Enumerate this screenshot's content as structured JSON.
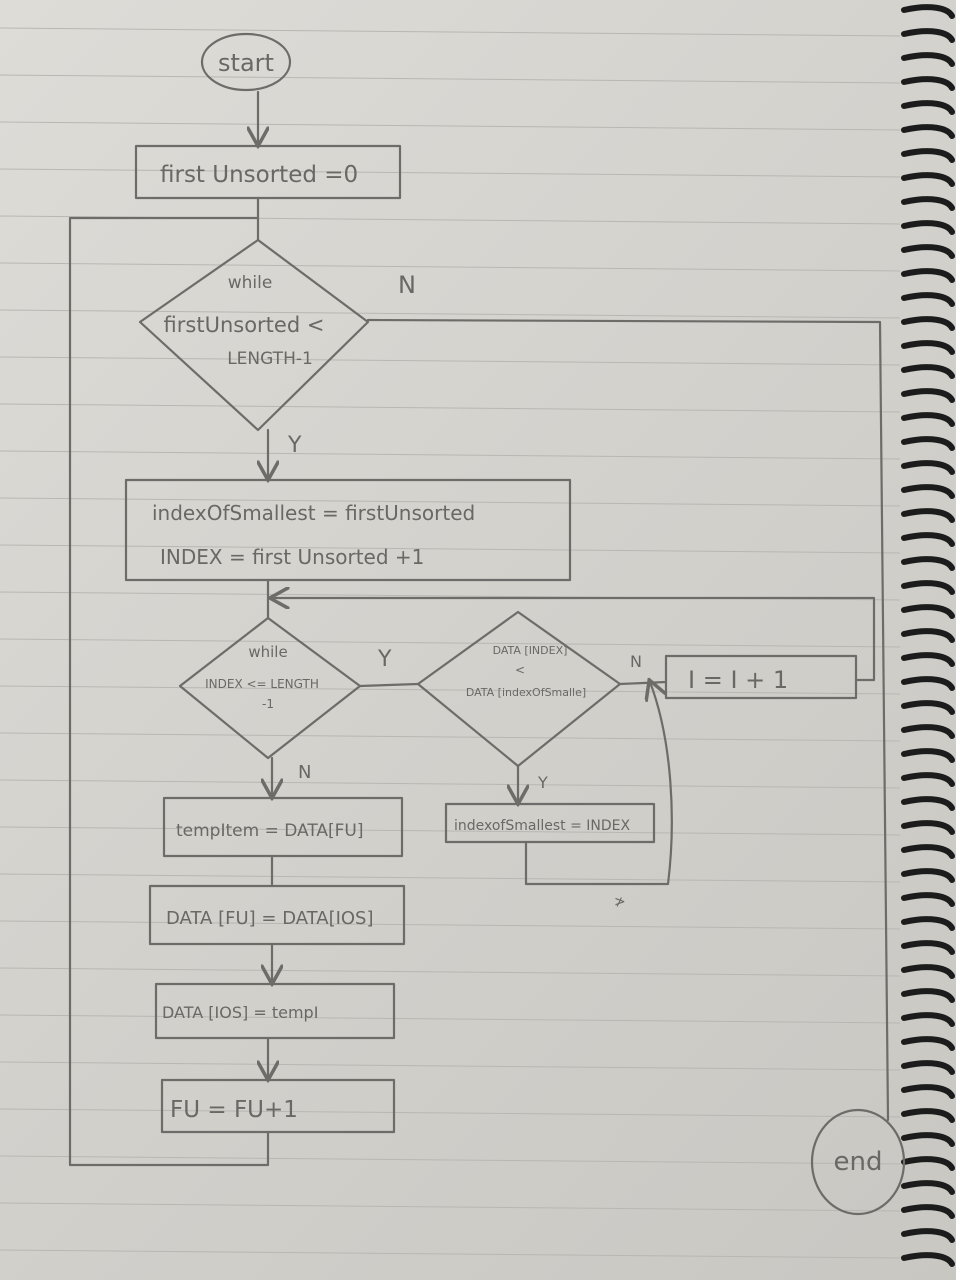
{
  "flowchart": {
    "start": "start",
    "end": "end",
    "init": "first Unsorted =0",
    "outer_while": {
      "keyword": "while",
      "line1": "firstUnsorted <",
      "line2": "LENGTH-1"
    },
    "label_n_outer": "N",
    "label_y_outer": "Y",
    "assign_box": {
      "line1": "indexOfSmallest = firstUnsorted",
      "line2": "INDEX = first Unsorted +1"
    },
    "inner_while": {
      "keyword": "while",
      "line1": "INDEX <= LENGTH",
      "line2": "-1"
    },
    "label_y_inner": "Y",
    "label_n_inner": "N",
    "compare": {
      "line1": "DATA [INDEX]",
      "line2": "<",
      "line3": "DATA [indexOfSmalle]"
    },
    "label_n_compare": "N",
    "label_y_compare": "Y",
    "increment_box": "I = I + 1",
    "update_smallest": "indexofSmallest = INDEX",
    "step1": "tempItem = DATA[FU]",
    "step2": "DATA [FU] = DATA[IOS]",
    "step3": "DATA [IOS] = tempI",
    "step4": "FU = FU+1"
  }
}
